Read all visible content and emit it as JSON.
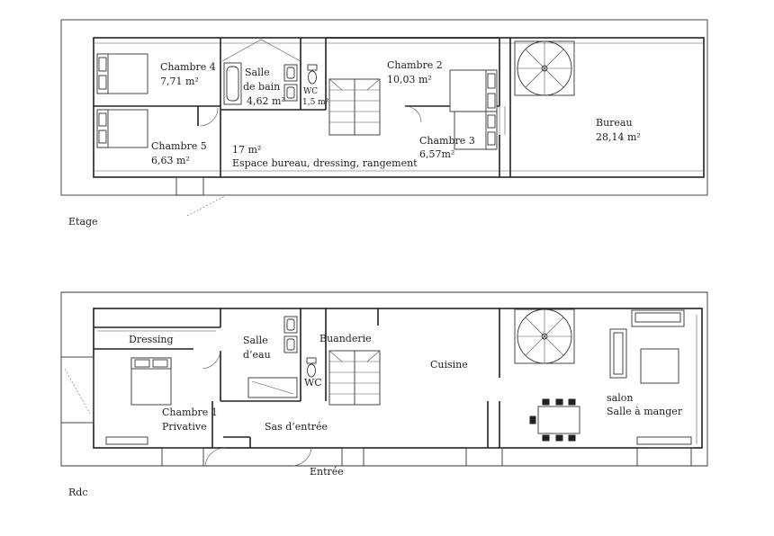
{
  "floors": {
    "etage": {
      "caption": "Etage",
      "rooms": {
        "chambre4": {
          "name": "Chambre 4",
          "area": "7,71 m²"
        },
        "chambre5": {
          "name": "Chambre 5",
          "area": "6,63 m²"
        },
        "sdb": {
          "name1": "Salle",
          "name2": "de bain",
          "area": "4,62 m²"
        },
        "wc": {
          "name": "WC",
          "area": "1,5 m²"
        },
        "chambre2": {
          "name": "Chambre 2",
          "area": "10,03 m²"
        },
        "chambre3": {
          "name": "Chambre 3",
          "area": "6,57m²"
        },
        "bureau": {
          "name": "Bureau",
          "area": "28,14 m²"
        },
        "espace": {
          "area": "17 m²",
          "name": "Espace bureau, dressing, rangement"
        }
      }
    },
    "rdc": {
      "caption": "Rdc",
      "rooms": {
        "dressing": {
          "name": "Dressing"
        },
        "chambre1": {
          "name": "Chambre 1",
          "sub": "Privative"
        },
        "salle_eau": {
          "name1": "Salle",
          "name2": "d’eau"
        },
        "buanderie": {
          "name": "Buanderie"
        },
        "wc": {
          "name": "WC"
        },
        "cuisine": {
          "name": "Cuisine"
        },
        "sas": {
          "name": "Sas d’entrée"
        },
        "salon": {
          "name1": "salon",
          "name2": "Salle à manger"
        },
        "entree": {
          "name": "Entrée"
        }
      }
    }
  }
}
